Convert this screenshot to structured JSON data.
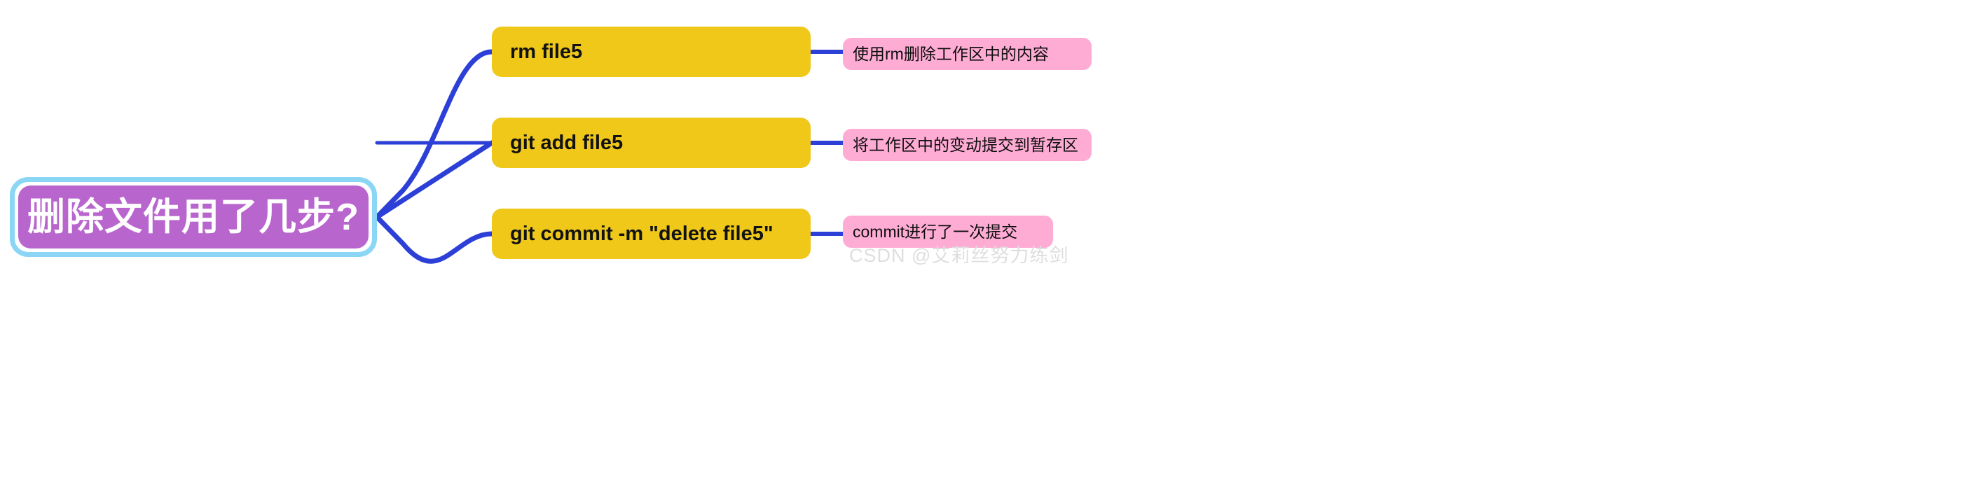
{
  "diagram": {
    "type": "mindmap",
    "orientation": "left-to-right",
    "root": {
      "label": "删除文件用了几步?",
      "fill_color": "#B865CE",
      "border_color": "#8BD6F5",
      "text_color": "#FFFFFF"
    },
    "connector_color": "#2C3FD6",
    "branches": [
      {
        "topic": "rm file5",
        "detail": "使用rm删除工作区中的内容"
      },
      {
        "topic": "git add file5",
        "detail": "将工作区中的变动提交到暂存区"
      },
      {
        "topic": "git commit -m \"delete file5\"",
        "detail": "commit进行了一次提交"
      }
    ],
    "topic_fill_color": "#EFC81A",
    "topic_text_color": "#121212",
    "detail_fill_color": "#FFACD5",
    "detail_text_color": "#0D0D0D"
  },
  "watermark": {
    "text": "CSDN @艾莉丝努力练剑",
    "color": "#DEDEDE"
  }
}
